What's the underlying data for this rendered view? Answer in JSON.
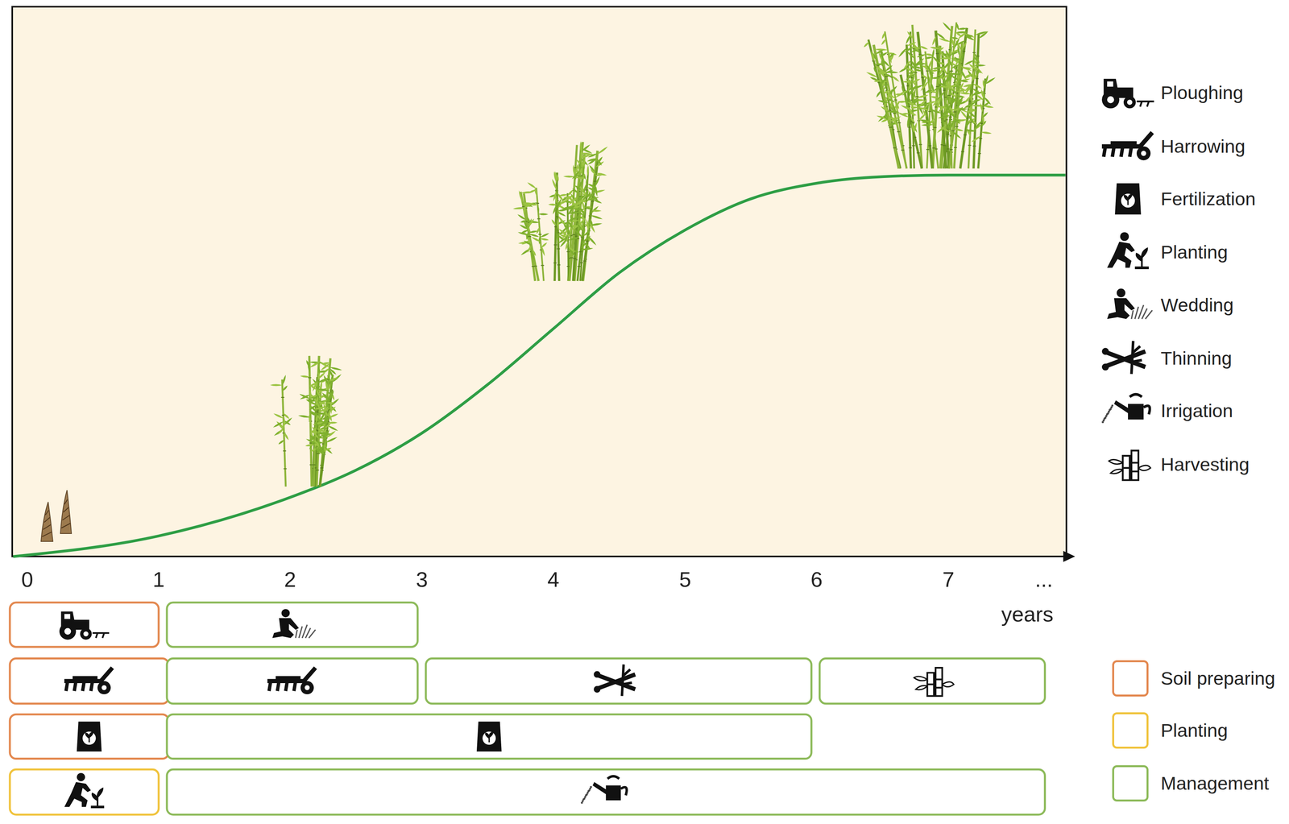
{
  "diagram": {
    "labels": [
      "0",
      "1",
      "2",
      "3",
      "4",
      "5",
      "6",
      "7",
      "...",
      "years"
    ],
    "legend": [
      {
        "text": "Ploughing"
      },
      {
        "text": "Harrowing"
      },
      {
        "text": "Fertilization"
      },
      {
        "text": "Planting"
      },
      {
        "text": "Wedding"
      },
      {
        "text": "Thinning"
      },
      {
        "text": "Irrigation"
      },
      {
        "text": "Harvesting"
      },
      {
        "text": "Soil preparing",
        "color": "#E3884F"
      },
      {
        "text": "Planting",
        "color": "#F0C33C"
      },
      {
        "text": "Management",
        "color": "#8DBA5A"
      }
    ]
  }
}
